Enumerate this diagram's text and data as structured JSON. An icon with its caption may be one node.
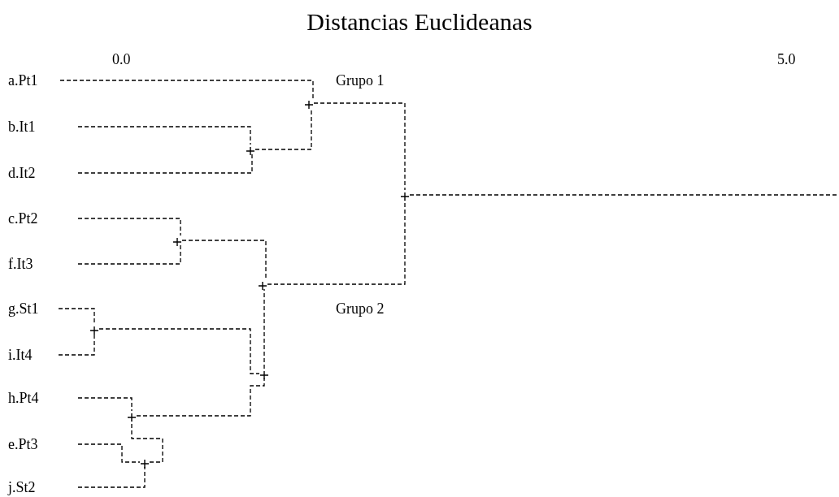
{
  "diagram": {
    "title": "Distancias Euclideanas",
    "nodes": [
      {
        "text": [
          "a.Pt1"
        ]
      },
      {
        "text": [],
        "shape": "cross"
      },
      {
        "text": [
          "b.It1"
        ]
      },
      {
        "text": [],
        "shape": "cross"
      },
      {
        "text": [
          "d.It2"
        ]
      },
      {
        "text": [],
        "shape": "cross"
      },
      {
        "text": [
          "c.Pt2"
        ]
      },
      {
        "text": [],
        "shape": "cross"
      },
      {
        "text": [
          "f.It3"
        ]
      },
      {
        "text": [],
        "shape": "cross"
      },
      {
        "text": [
          "g.St1"
        ]
      },
      {
        "text": [],
        "shape": "cross"
      },
      {
        "text": [
          "i.It4"
        ]
      },
      {
        "text": [],
        "shape": "cross"
      },
      {
        "text": [
          "h.Pt4"
        ]
      },
      {
        "text": [],
        "shape": "cross"
      },
      {
        "text": [
          "e.Pt3"
        ]
      },
      {
        "text": [],
        "shape": "cross"
      },
      {
        "text": [
          "j.St2"
        ]
      }
    ],
    "edges": [
      {
        "from": 0,
        "to": 1,
        "arrow": "none"
      },
      {
        "from": 3,
        "to": 1,
        "arrow": "none"
      },
      {
        "from": 2,
        "to": 3,
        "arrow": "none"
      },
      {
        "from": 4,
        "to": 3,
        "arrow": "none"
      },
      {
        "from": 1,
        "to": 5,
        "arrow": "none"
      },
      {
        "from": 5,
        "to": null,
        "arrow": "none"
      },
      {
        "from": 6,
        "to": 7,
        "arrow": "none"
      },
      {
        "from": 8,
        "to": 7,
        "arrow": "none"
      },
      {
        "from": 7,
        "to": 9,
        "arrow": "none"
      },
      {
        "from": 9,
        "to": 5,
        "arrow": "none"
      },
      {
        "from": 10,
        "to": 11,
        "arrow": "none"
      },
      {
        "from": 12,
        "to": 11,
        "arrow": "none"
      },
      {
        "from": 11,
        "to": 13,
        "arrow": "none"
      },
      {
        "from": 13,
        "to": 9,
        "arrow": "none"
      },
      {
        "from": 14,
        "to": 15,
        "arrow": "none"
      },
      {
        "from": 17,
        "to": 15,
        "arrow": "none"
      },
      {
        "from": 16,
        "to": 17,
        "arrow": "none"
      },
      {
        "from": 18,
        "to": 17,
        "arrow": "none"
      },
      {
        "from": 15,
        "to": 13,
        "arrow": "none"
      }
    ],
    "labels": [
      "0.0",
      "5.0",
      "Grupo 1",
      "Grupo 2"
    ]
  }
}
